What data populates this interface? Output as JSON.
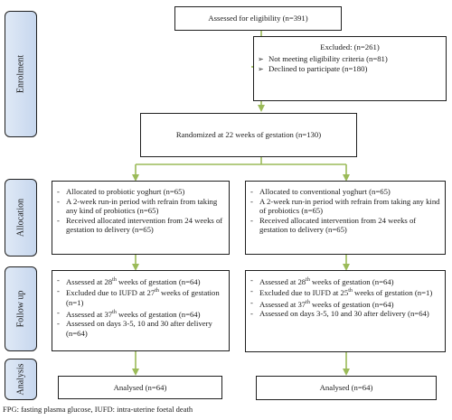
{
  "sections": {
    "enrolment": "Enrolment",
    "allocation": "Allocation",
    "follow_up": "Follow up",
    "analysis": "Analysis"
  },
  "assessed": "Assessed for eligibility (n=391)",
  "excluded": {
    "title": "Excluded: (n=261)",
    "items": [
      "Not meeting eligibility criteria (n=81)",
      "Declined to participate (n=180)"
    ]
  },
  "randomized": "Randomized at 22 weeks of gestation (n=130)",
  "allocation": {
    "left": [
      "Allocated to probiotic yoghurt (n=65)",
      "A 2-week run-in period with refrain from taking any kind of probiotics (n=65)",
      "Received allocated intervention from 24 weeks of gestation to delivery (n=65)"
    ],
    "right": [
      "Allocated to conventional yoghurt (n=65)",
      "A 2-week run-in period with refrain from taking any kind of probiotics (n=65)",
      "Received allocated intervention from 24 weeks of gestation to delivery (n=65)"
    ]
  },
  "followup": {
    "left": [
      {
        "pre": "Assessed at 28",
        "sup": "th",
        "post": " weeks of gestation (n=64)"
      },
      {
        "pre": "Excluded due to IUFD at 27",
        "sup": "th",
        "post": " weeks of gestation (n=1)"
      },
      {
        "pre": "Assessed at 37",
        "sup": "th",
        "post": " weeks of gestation (n=64)"
      },
      {
        "pre": "Assessed on days 3-5, 10 and 30 after delivery (n=64)",
        "sup": "",
        "post": ""
      }
    ],
    "right": [
      {
        "pre": "Assessed at 28",
        "sup": "th",
        "post": " weeks of gestation (n=64)"
      },
      {
        "pre": "Excluded due to IUFD at 25",
        "sup": "th",
        "post": " weeks of gestation (n=1)"
      },
      {
        "pre": "Assessed at 37",
        "sup": "th",
        "post": " weeks of gestation (n=64)"
      },
      {
        "pre": "Assessed on days 3-5, 10 and 30 after delivery (n=64)",
        "sup": "",
        "post": ""
      }
    ]
  },
  "analysed": {
    "left": "Analysed (n=64)",
    "right": "Analysed (n=64)"
  },
  "footnote": "FPG: fasting plasma glucose, IUFD: intra-uterine foetal death",
  "colors": {
    "arrow": "#9bbb59",
    "side_fill": "#d6e3f3"
  }
}
